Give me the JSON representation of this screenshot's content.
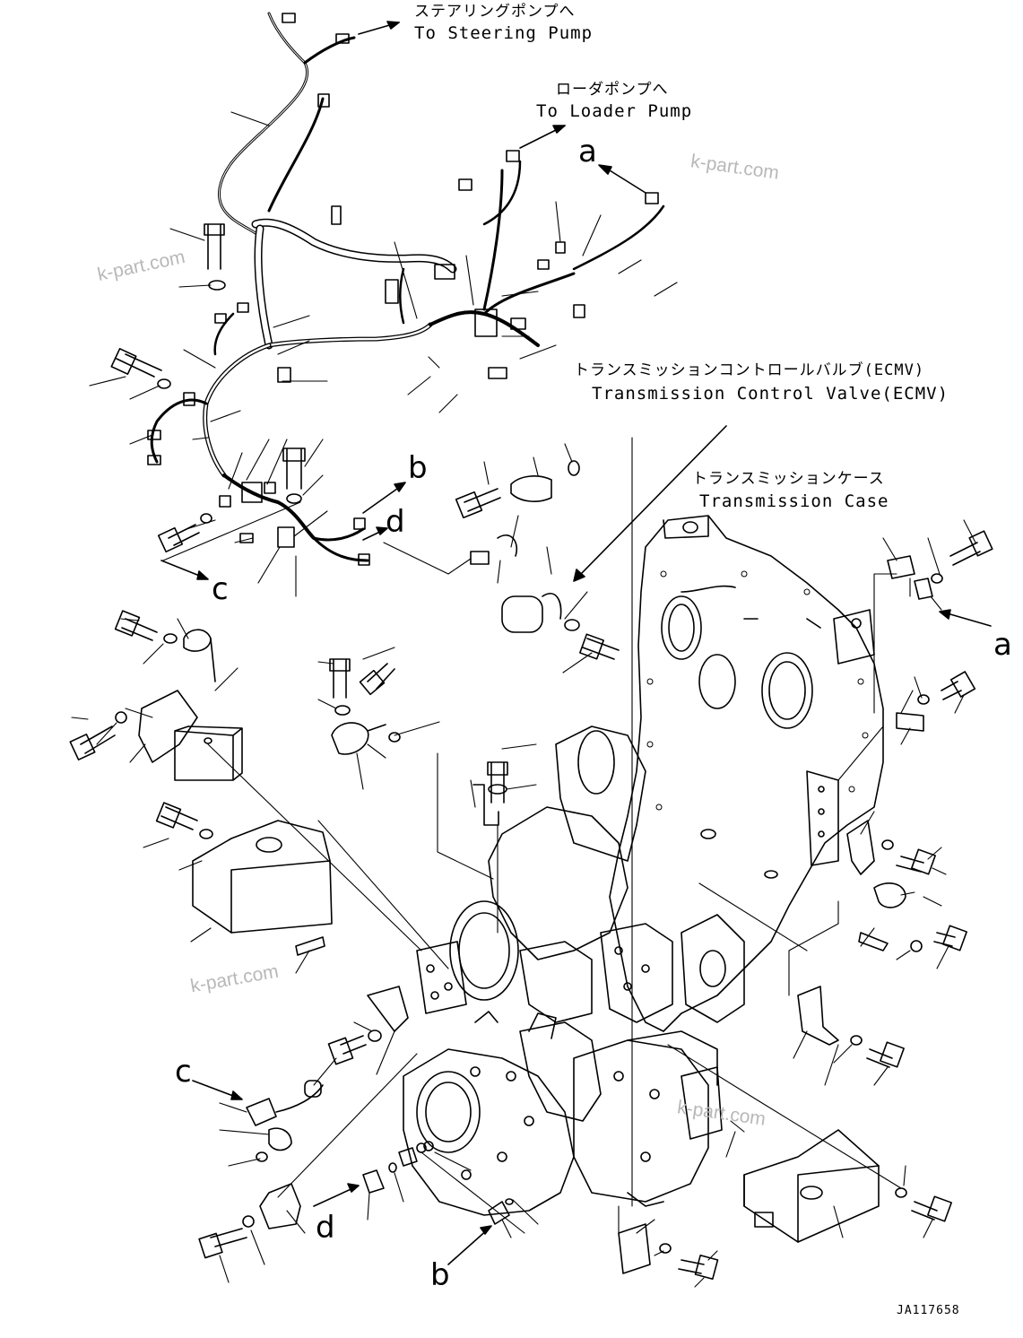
{
  "callouts": {
    "steering_pump": {
      "jp": "ステアリングポンプへ",
      "en": "To Steering Pump"
    },
    "loader_pump": {
      "jp": "ローダポンプへ",
      "en": "To Loader Pump"
    },
    "ecmv": {
      "jp": "トランスミッションコントロールバルブ(ECMV)",
      "en": "Transmission Control Valve(ECMV)"
    },
    "transmission_case": {
      "jp": "トランスミッションケース",
      "en": "Transmission Case"
    }
  },
  "view_letters": {
    "a_top": "a",
    "a_right": "a",
    "b_top": "b",
    "b_bottom": "b",
    "c_top": "c",
    "c_left": "c",
    "d_top": "d",
    "d_bottom": "d"
  },
  "watermark": "k-part.com",
  "drawing_code": "JA117658",
  "colors": {
    "ink": "#000000",
    "paper": "#ffffff",
    "watermark": "#b8b8b8"
  }
}
